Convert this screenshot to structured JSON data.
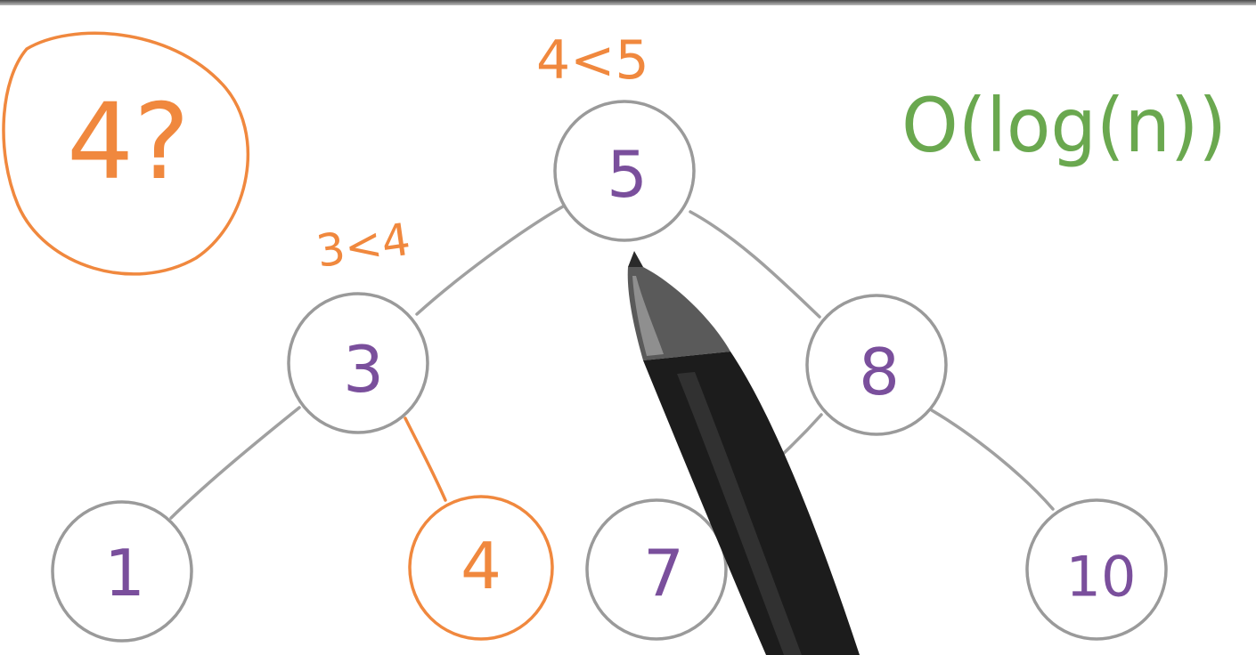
{
  "query": {
    "text": "4?",
    "color": "#f0883e"
  },
  "comparisons": {
    "root_note": "4<5",
    "left_note": "3<4",
    "color": "#f0883e"
  },
  "complexity": {
    "text": "O(log(n))",
    "color": "#6aa84f"
  },
  "tree": {
    "node_color": "#9a9a9a",
    "label_color": "#7a4f9c",
    "highlight_color": "#f0883e",
    "nodes": [
      {
        "id": "n5",
        "label": "5",
        "highlight": false
      },
      {
        "id": "n3",
        "label": "3",
        "highlight": false
      },
      {
        "id": "n8",
        "label": "8",
        "highlight": false
      },
      {
        "id": "n1",
        "label": "1",
        "highlight": false
      },
      {
        "id": "n4",
        "label": "4",
        "highlight": true
      },
      {
        "id": "n7",
        "label": "7",
        "highlight": false
      },
      {
        "id": "n10",
        "label": "10",
        "highlight": false
      }
    ],
    "edges": [
      {
        "from": "n5",
        "to": "n3",
        "highlight": false
      },
      {
        "from": "n5",
        "to": "n8",
        "highlight": false
      },
      {
        "from": "n3",
        "to": "n1",
        "highlight": false
      },
      {
        "from": "n3",
        "to": "n4",
        "highlight": true
      },
      {
        "from": "n8",
        "to": "n7",
        "highlight": false
      },
      {
        "from": "n8",
        "to": "n10",
        "highlight": false
      }
    ]
  },
  "pen": {
    "icon": "pen-icon"
  }
}
